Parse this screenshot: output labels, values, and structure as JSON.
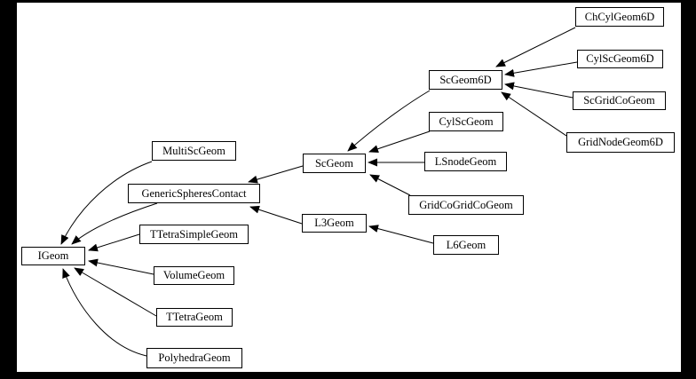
{
  "diagram": {
    "kind": "class-inheritance-graph",
    "colors": {
      "page_background": "#000000",
      "canvas_background": "#ffffff",
      "node_fill": "#ffffff",
      "node_border": "#000000",
      "edge_stroke": "#000000",
      "text": "#000000"
    },
    "nodes": [
      {
        "id": "ChCylGeom6D",
        "label": "ChCylGeom6D"
      },
      {
        "id": "CylScGeom6D",
        "label": "CylScGeom6D"
      },
      {
        "id": "ScGeom6D",
        "label": "ScGeom6D"
      },
      {
        "id": "ScGridCoGeom",
        "label": "ScGridCoGeom"
      },
      {
        "id": "CylScGeom",
        "label": "CylScGeom"
      },
      {
        "id": "GridNodeGeom6D",
        "label": "GridNodeGeom6D"
      },
      {
        "id": "MultiScGeom",
        "label": "MultiScGeom"
      },
      {
        "id": "LSnodeGeom",
        "label": "LSnodeGeom"
      },
      {
        "id": "ScGeom",
        "label": "ScGeom"
      },
      {
        "id": "GenericSpheresContact",
        "label": "GenericSpheresContact"
      },
      {
        "id": "GridCoGridCoGeom",
        "label": "GridCoGridCoGeom"
      },
      {
        "id": "L3Geom",
        "label": "L3Geom"
      },
      {
        "id": "TTetraSimpleGeom",
        "label": "TTetraSimpleGeom"
      },
      {
        "id": "L6Geom",
        "label": "L6Geom"
      },
      {
        "id": "IGeom",
        "label": "IGeom"
      },
      {
        "id": "VolumeGeom",
        "label": "VolumeGeom"
      },
      {
        "id": "TTetraGeom",
        "label": "TTetraGeom"
      },
      {
        "id": "PolyhedraGeom",
        "label": "PolyhedraGeom"
      }
    ],
    "edges": [
      {
        "from": "ChCylGeom6D",
        "to": "ScGeom6D"
      },
      {
        "from": "CylScGeom6D",
        "to": "ScGeom6D"
      },
      {
        "from": "ScGridCoGeom",
        "to": "ScGeom6D"
      },
      {
        "from": "GridNodeGeom6D",
        "to": "ScGeom6D"
      },
      {
        "from": "ScGeom6D",
        "to": "ScGeom"
      },
      {
        "from": "CylScGeom",
        "to": "ScGeom"
      },
      {
        "from": "LSnodeGeom",
        "to": "ScGeom"
      },
      {
        "from": "GridCoGridCoGeom",
        "to": "ScGeom"
      },
      {
        "from": "ScGeom",
        "to": "GenericSpheresContact"
      },
      {
        "from": "MultiScGeom",
        "to": "IGeom"
      },
      {
        "from": "GenericSpheresContact",
        "to": "IGeom"
      },
      {
        "from": "L3Geom",
        "to": "GenericSpheresContact"
      },
      {
        "from": "L6Geom",
        "to": "L3Geom"
      },
      {
        "from": "TTetraSimpleGeom",
        "to": "IGeom"
      },
      {
        "from": "VolumeGeom",
        "to": "IGeom"
      },
      {
        "from": "TTetraGeom",
        "to": "IGeom"
      },
      {
        "from": "PolyhedraGeom",
        "to": "IGeom"
      }
    ]
  }
}
